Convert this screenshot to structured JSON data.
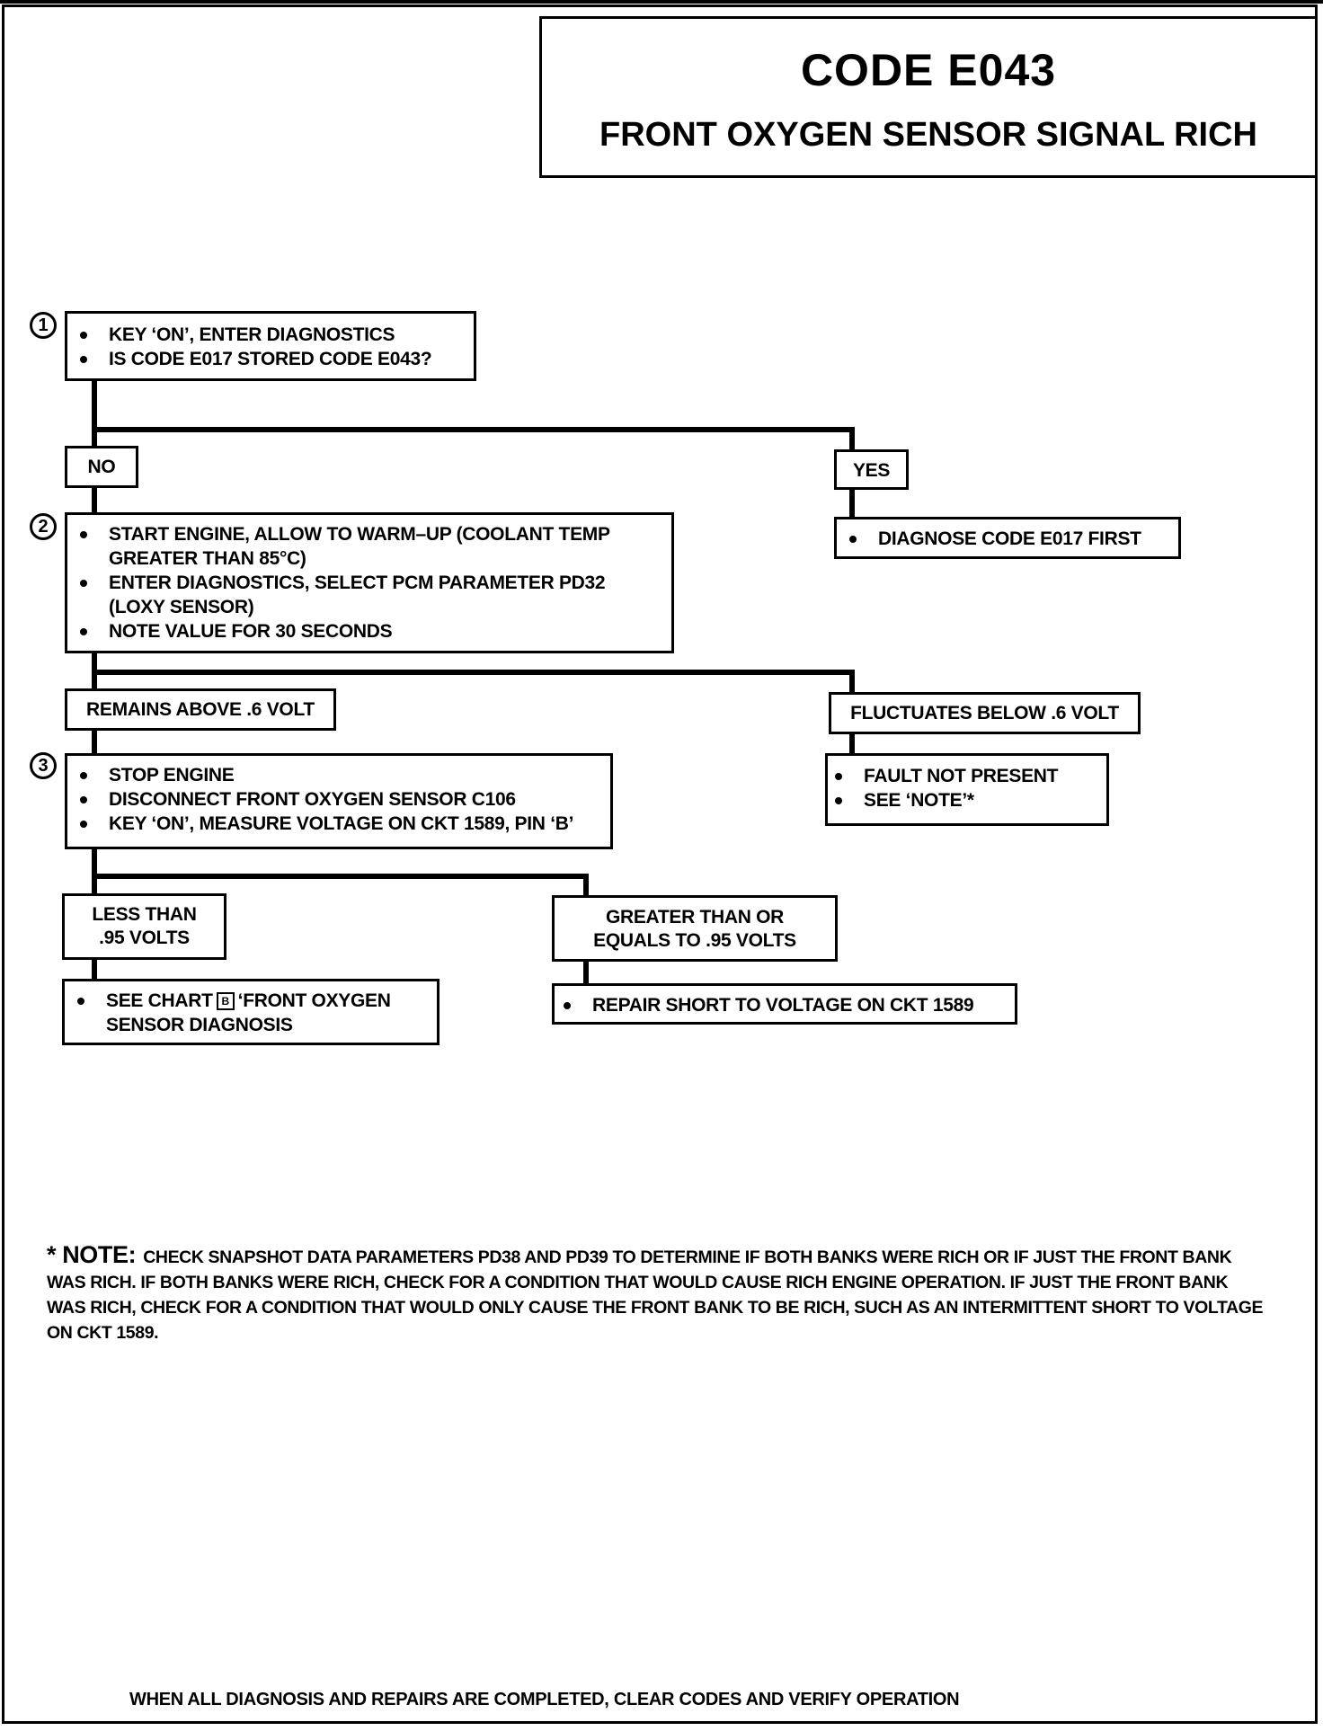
{
  "header": {
    "code": "CODE E043",
    "subtitle": "FRONT OXYGEN SENSOR SIGNAL RICH"
  },
  "steps": [
    {
      "number": "1",
      "bullets": [
        "KEY ‘ON’, ENTER DIAGNOSTICS",
        "IS CODE E017 STORED CODE E043?"
      ]
    },
    {
      "number": "2",
      "bullets": [
        "START ENGINE, ALLOW TO WARM–UP (COOLANT TEMP GREATER THAN 85°C)",
        "ENTER DIAGNOSTICS, SELECT PCM PARAMETER PD32 (LOXY SENSOR)",
        "NOTE VALUE FOR 30 SECONDS"
      ]
    },
    {
      "number": "3",
      "bullets": [
        "STOP ENGINE",
        "DISCONNECT FRONT OXYGEN SENSOR C106",
        "KEY ‘ON’, MEASURE VOLTAGE ON CKT 1589, PIN ‘B’"
      ]
    }
  ],
  "branches": {
    "no": "NO",
    "yes": "YES",
    "yes_action": "DIAGNOSE CODE E017 FIRST",
    "remains_above": "REMAINS ABOVE .6 VOLT",
    "fluctuates_below": "FLUCTUATES BELOW .6 VOLT",
    "fluct_actions": [
      "FAULT NOT  PRESENT",
      "SEE ‘NOTE’*"
    ],
    "less_than_1": "LESS THAN",
    "less_than_2": ".95 VOLTS",
    "greater_1": "GREATER THAN OR",
    "greater_2": "EQUALS TO .95 VOLTS",
    "less_action_a": "SEE CHART",
    "less_action_chart": "B",
    "less_action_b": "‘FRONT OXYGEN",
    "less_action_c": "SENSOR DIAGNOSIS",
    "greater_action": "REPAIR SHORT TO VOLTAGE ON CKT 1589"
  },
  "note": {
    "key": "* NOTE:",
    "text": "CHECK SNAPSHOT DATA PARAMETERS PD38 AND PD39 TO DETERMINE IF BOTH BANKS WERE RICH OR IF JUST THE FRONT BANK WAS RICH. IF BOTH BANKS WERE RICH, CHECK FOR A CONDITION THAT WOULD CAUSE RICH ENGINE OPERATION. IF JUST THE FRONT BANK WAS RICH, CHECK FOR A CONDITION THAT WOULD ONLY CAUSE THE FRONT BANK TO BE RICH, SUCH AS AN INTERMITTENT SHORT TO VOLTAGE ON CKT 1589."
  },
  "footer": "WHEN ALL DIAGNOSIS AND REPAIRS ARE COMPLETED, CLEAR CODES AND VERIFY OPERATION"
}
